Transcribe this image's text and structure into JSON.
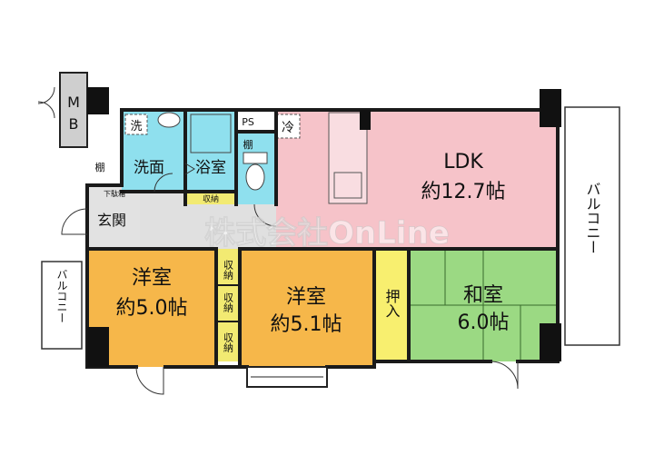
{
  "rooms": {
    "ldk": {
      "name": "LDK",
      "size": "約12.7帖"
    },
    "western1": {
      "name": "洋室",
      "size": "約5.0帖"
    },
    "western2": {
      "name": "洋室",
      "size": "約5.1帖"
    },
    "japanese": {
      "name": "和室",
      "size": "6.0帖"
    },
    "washroom": {
      "name": "洗面"
    },
    "bath": {
      "name": "浴室"
    },
    "entrance": {
      "name": "玄関"
    }
  },
  "labels": {
    "meter_box": "MB",
    "meter_box_m": "M",
    "meter_box_b": "B",
    "pipe_space": "PS",
    "fridge": "冷",
    "washer": "洗",
    "shelf_left": "棚",
    "shelf_wc": "棚",
    "shoe_box": "下駄箱",
    "storage_wash": "収納",
    "closet_a": "収納",
    "closet_b": "収納",
    "closet_c": "収納",
    "oshiire": "押入",
    "balcony_east": "バルコニー",
    "balcony_west": "バルコニー"
  },
  "watermark": "株式会社OnLine",
  "colors": {
    "ldk": "#f6c3c9",
    "western": "#f6b74a",
    "japanese": "#9bd983",
    "water": "#8fe0ee",
    "oshiire": "#f8ef6f",
    "closet": "#f2ea72",
    "corridor": "#e0e0e0",
    "wall": "#1a1a1a",
    "pillar": "#111111",
    "mb": "#cfcfcf"
  }
}
